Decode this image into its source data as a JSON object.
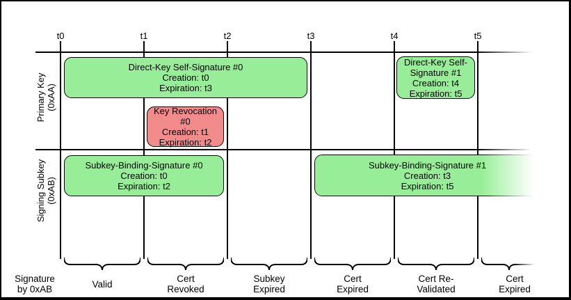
{
  "diagram": {
    "ticks": [
      "t0",
      "t1",
      "t2",
      "t3",
      "t4",
      "t5"
    ],
    "rows": {
      "primary": {
        "line1": "Primary Key",
        "line2": "(0xAA)"
      },
      "subkey": {
        "line1": "Signing Subkey",
        "line2": "(0xAB)"
      }
    },
    "boxes": {
      "dks0": {
        "title": "Direct-Key Self-Signature #0",
        "creation": "Creation: t0",
        "expiration": "Expiration: t3"
      },
      "rev0": {
        "title": "Key Revocation #0",
        "creation": "Creation: t1",
        "expiration": "Expiration: t2"
      },
      "dks1": {
        "title": "Direct-Key Self-Signature #1",
        "creation": "Creation: t4",
        "expiration": "Expiration: t5"
      },
      "sbs0": {
        "title": "Subkey-Binding-Signature #0",
        "creation": "Creation: t0",
        "expiration": "Expiration: t2"
      },
      "sbs1": {
        "title": "Subkey-Binding-Signature #1",
        "creation": "Creation: t3",
        "expiration": "Expiration: t5"
      }
    },
    "bottom": {
      "axis_label": {
        "line1": "Signature",
        "line2": "by 0xAB"
      },
      "periods": [
        {
          "line1": "Valid",
          "line2": ""
        },
        {
          "line1": "Cert",
          "line2": "Revoked"
        },
        {
          "line1": "Subkey",
          "line2": "Expired"
        },
        {
          "line1": "Cert",
          "line2": "Expired"
        },
        {
          "line1": "Cert Re-",
          "line2": "Validated"
        },
        {
          "line1": "Cert",
          "line2": "Expired"
        }
      ]
    },
    "colors": {
      "valid_green": "#98ee98",
      "revoked_red": "#f28b8b",
      "line_black": "#000000"
    }
  }
}
